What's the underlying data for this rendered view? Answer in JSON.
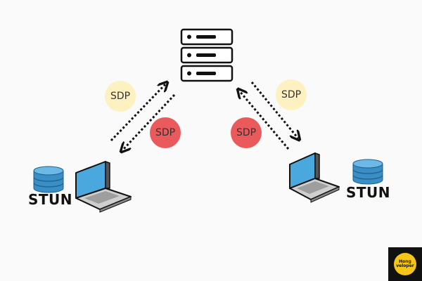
{
  "badges": {
    "left_yellow": "SDP",
    "left_red": "SDP",
    "right_red": "SDP",
    "right_yellow": "SDP"
  },
  "stun": {
    "left_label": "STUN",
    "right_label": "STUN"
  },
  "logo": {
    "line1": "Hong",
    "line2": "veloper"
  },
  "colors": {
    "badge_yellow": "#fdf1c2",
    "badge_red": "#ea5a5c",
    "database_blue": "#3a8ec6",
    "laptop_screen": "#4aa8de",
    "outline": "#111111",
    "logo_yellow": "#f5c518"
  },
  "icons": [
    "server-icon",
    "laptop-icon",
    "database-icon",
    "arrow-icon"
  ]
}
